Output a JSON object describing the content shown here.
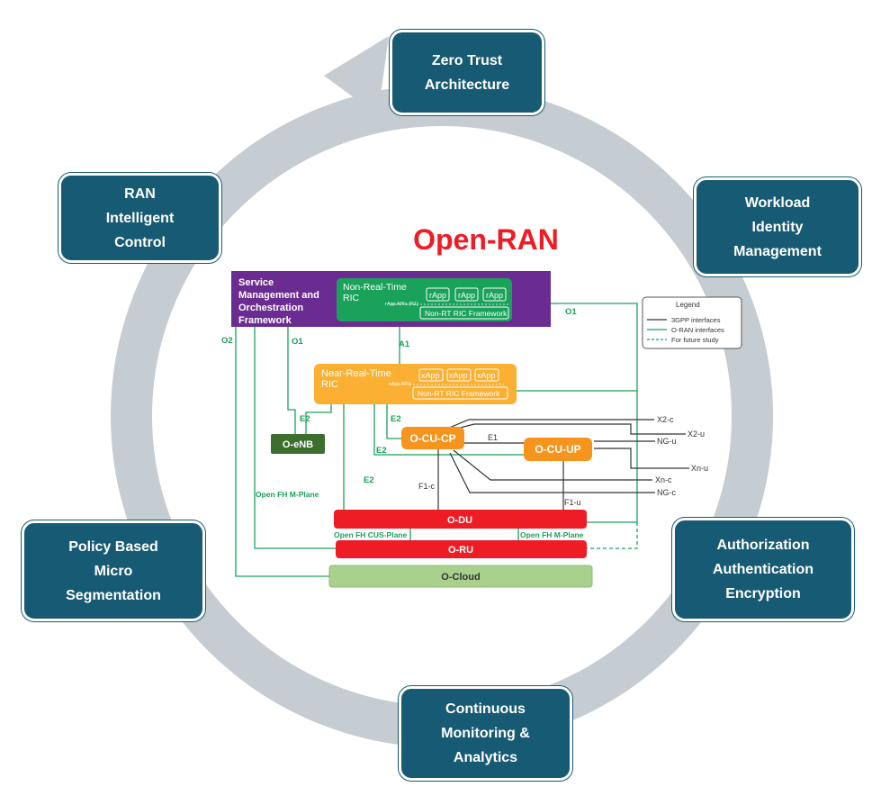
{
  "title": "Open-RAN",
  "pillars": {
    "zero_trust": "Zero Trust\nArchitecture",
    "workload": "Workload\nIdentity\nManagement",
    "auth": "Authorization\nAuthentication\nEncryption",
    "monitoring": "Continuous\nMonitoring &\nAnalytics",
    "policy": "Policy Based\nMicro\nSegmentation",
    "ran": "RAN\nIntelligent\nControl"
  },
  "smo": {
    "line1": "Service",
    "line2": "Management and",
    "line3": "Orchestration",
    "line4": "Framework"
  },
  "non_rt_ric": {
    "line1": "Non-Real-Time",
    "line2": "RIC",
    "apps": [
      "rApp",
      "rApp",
      "rApp"
    ],
    "api_label": "rApp APIs (R1)",
    "framework": "Non-RT RIC Framework"
  },
  "near_rt_ric": {
    "line1": "Near-Real-Time",
    "line2": "RIC",
    "apps": [
      "xApp",
      "xApp",
      "xApp"
    ],
    "api_label": "xApp APIs",
    "framework": "Non-RT RIC Framework"
  },
  "nodes": {
    "oenb": "O-eNB",
    "ocucp": "O-CU-CP",
    "ocuup": "O-CU-UP",
    "odu": "O-DU",
    "oru": "O-RU",
    "ocloud": "O-Cloud"
  },
  "legend": {
    "title": "Legend",
    "items": [
      "3GPP interfaces",
      "O-RAN interfaces",
      "For future study"
    ],
    "colors": [
      "#333333",
      "#1aa15a",
      "#1aa15a"
    ]
  },
  "interfaces": {
    "o1_top": "O1",
    "o2": "O2",
    "o1_left": "O1",
    "a1": "A1",
    "e2_oenb": "E2",
    "e2_cucp": "E2",
    "e2_cuup": "E2",
    "e2_du": "E2",
    "e1": "E1",
    "f1c": "F1-c",
    "f1u": "F1-u",
    "x2c": "X2-c",
    "x2u": "X2-u",
    "ngu": "NG-u",
    "xnu": "Xn-u",
    "xnc": "Xn-c",
    "ngc": "NG-c",
    "fh_m_left": "Open FH M-Plane",
    "fh_cus": "Open FH CUS-Plane",
    "fh_m_right": "Open FH M-Plane"
  },
  "colors": {
    "pillar": "#175a73",
    "ring": "#c5ccd2",
    "smo": "#6a2c91",
    "non_rt": "#1aa15a",
    "near_rt": "#fbb034",
    "cu": "#f7941d",
    "du_ru": "#ee1c25",
    "oenb": "#3c6e2d",
    "ocloud": "#a9d18e",
    "title": "#ee1c25"
  }
}
